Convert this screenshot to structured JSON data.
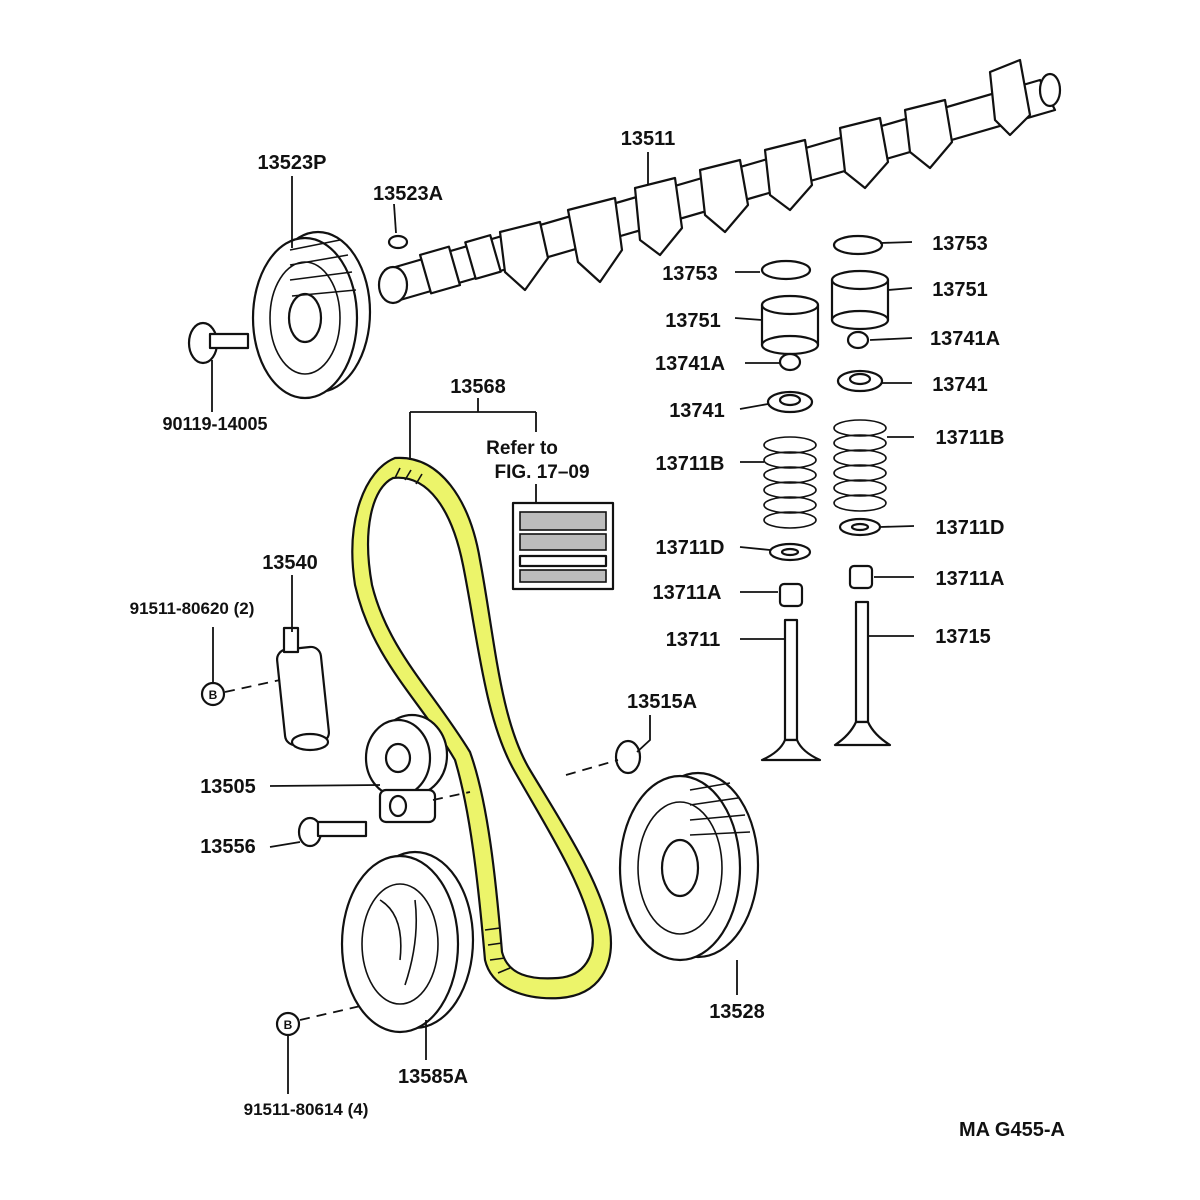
{
  "labels": {
    "p13523P": "13523P",
    "p13523A": "13523A",
    "p13511": "13511",
    "p90119": "90119-14005",
    "p13753_l": "13753",
    "p13753_r": "13753",
    "p13751_l": "13751",
    "p13751_r": "13751",
    "p13741A_l": "13741A",
    "p13741A_r": "13741A",
    "p13741_l": "13741",
    "p13741_r": "13741",
    "p13711B_l": "13711B",
    "p13711B_r": "13711B",
    "p13711D_l": "13711D",
    "p13711D_r": "13711D",
    "p13711A_l": "13711A",
    "p13711A_r": "13711A",
    "p13711": "13711",
    "p13715": "13715",
    "p13568": "13568",
    "refer1": "Refer to",
    "refer2": "FIG. 17–09",
    "p13540": "13540",
    "p91511_620": "91511-80620 (2)",
    "p13515A": "13515A",
    "p13505": "13505",
    "p13556": "13556",
    "p13528": "13528",
    "p13585A": "13585A",
    "p91511_614": "91511-80614 (4)",
    "code": "MA  G455-A"
  },
  "colors": {
    "belt": "#ecf46a",
    "line": "#111111"
  }
}
